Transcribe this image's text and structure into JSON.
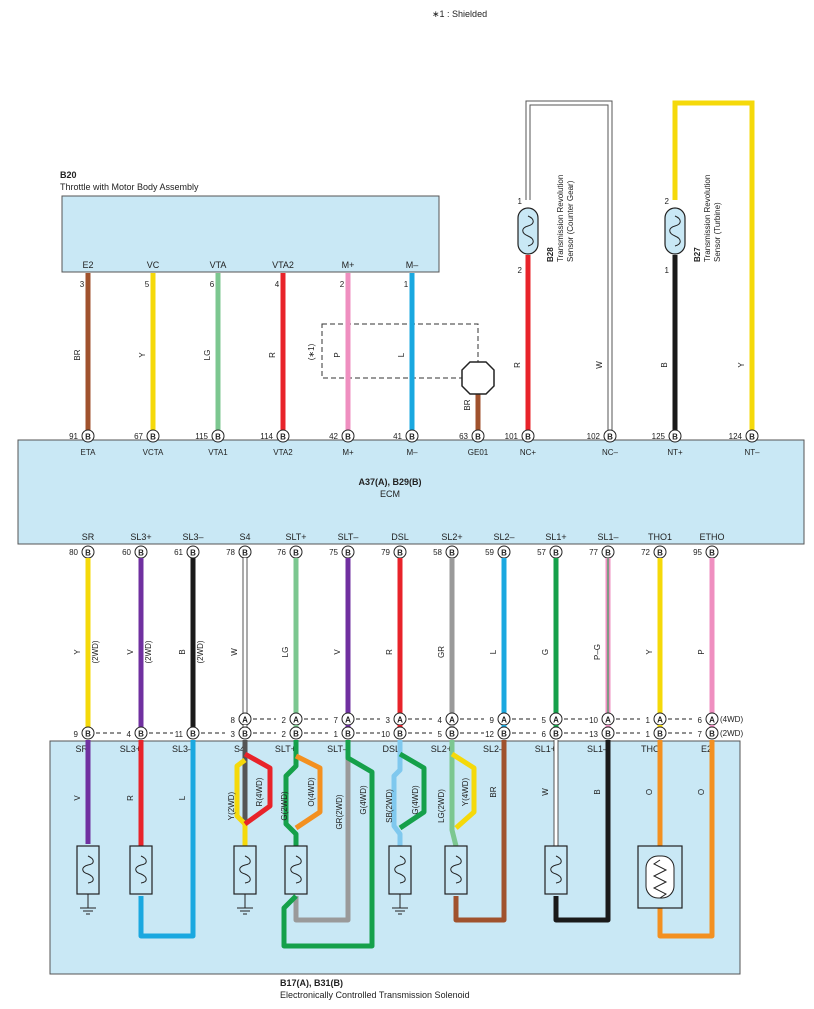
{
  "legend_note": "∗1 : Shielded",
  "shield_ref": "(∗1)",
  "throttle": {
    "code": "B20",
    "name": "Throttle with Motor Body Assembly",
    "pins": [
      {
        "label": "E2",
        "pin": "3",
        "wire": "BR",
        "ecm_pin": "91",
        "conn": "B",
        "ecm_label": "ETA",
        "color": "#a0522d"
      },
      {
        "label": "VC",
        "pin": "5",
        "wire": "Y",
        "ecm_pin": "67",
        "conn": "B",
        "ecm_label": "VCTA",
        "color": "#f5d90a"
      },
      {
        "label": "VTA",
        "pin": "6",
        "wire": "LG",
        "ecm_pin": "115",
        "conn": "B",
        "ecm_label": "VTA1",
        "color": "#7cc790"
      },
      {
        "label": "VTA2",
        "pin": "4",
        "wire": "R",
        "ecm_pin": "114",
        "conn": "B",
        "ecm_label": "VTA2",
        "color": "#e8232a"
      },
      {
        "label": "M+",
        "pin": "2",
        "wire": "P",
        "ecm_pin": "42",
        "conn": "B",
        "ecm_label": "M+",
        "color": "#ef8fc0"
      },
      {
        "label": "M–",
        "pin": "1",
        "wire": "L",
        "ecm_pin": "41",
        "conn": "B",
        "ecm_label": "M–",
        "color": "#1aa8e0"
      }
    ]
  },
  "ground_wire": {
    "wire": "BR",
    "ecm_pin": "63",
    "conn": "B",
    "ecm_label": "GE01",
    "color": "#a0522d"
  },
  "sensor_b28": {
    "code": "B28",
    "name1": "Transmission Revolution",
    "name2": "Sensor (Counter Gear)",
    "pin_top": "1",
    "pin_bottom": "2",
    "wires": [
      {
        "wire": "R",
        "ecm_pin": "101",
        "conn": "B",
        "ecm_label": "NC+",
        "color": "#e8232a"
      },
      {
        "wire": "W",
        "ecm_pin": "102",
        "conn": "B",
        "ecm_label": "NC–",
        "color": "#ffffff"
      }
    ]
  },
  "sensor_b27": {
    "code": "B27",
    "name1": "Transmission Revolution",
    "name2": "Sensor (Turbine)",
    "pin_top": "2",
    "pin_bottom": "1",
    "wires": [
      {
        "wire": "B",
        "ecm_pin": "125",
        "conn": "B",
        "ecm_label": "NT+",
        "color": "#1a1a1a"
      },
      {
        "wire": "Y",
        "ecm_pin": "124",
        "conn": "B",
        "ecm_label": "NT–",
        "color": "#f5d90a"
      }
    ]
  },
  "ecm": {
    "code": "A37(A), B29(B)",
    "name": "ECM"
  },
  "bottom_pins": [
    {
      "label": "SR",
      "pin": "80",
      "conn": "B",
      "wire": "Y",
      "note": "(2WD)",
      "color": "#f5d90a",
      "a_pin": "",
      "b_pin": "9"
    },
    {
      "label": "SL3+",
      "pin": "60",
      "conn": "B",
      "wire": "V",
      "note": "(2WD)",
      "color": "#7030a0",
      "a_pin": "",
      "b_pin": "4"
    },
    {
      "label": "SL3–",
      "pin": "61",
      "conn": "B",
      "wire": "B",
      "note": "(2WD)",
      "color": "#1a1a1a",
      "a_pin": "",
      "b_pin": "11"
    },
    {
      "label": "S4",
      "pin": "78",
      "conn": "B",
      "wire": "W",
      "note": "",
      "color": "#ffffff",
      "a_pin": "8",
      "b_pin": "3"
    },
    {
      "label": "SLT+",
      "pin": "76",
      "conn": "B",
      "wire": "LG",
      "note": "",
      "color": "#7cc790",
      "a_pin": "2",
      "b_pin": "2"
    },
    {
      "label": "SLT–",
      "pin": "75",
      "conn": "B",
      "wire": "V",
      "note": "",
      "color": "#7030a0",
      "a_pin": "7",
      "b_pin": "1"
    },
    {
      "label": "DSL",
      "pin": "79",
      "conn": "B",
      "wire": "R",
      "note": "",
      "color": "#e8232a",
      "a_pin": "3",
      "b_pin": "10"
    },
    {
      "label": "SL2+",
      "pin": "58",
      "conn": "B",
      "wire": "GR",
      "note": "",
      "color": "#9a9a9a",
      "a_pin": "4",
      "b_pin": "5"
    },
    {
      "label": "SL2–",
      "pin": "59",
      "conn": "B",
      "wire": "L",
      "note": "",
      "color": "#1aa8e0",
      "a_pin": "9",
      "b_pin": "12"
    },
    {
      "label": "SL1+",
      "pin": "57",
      "conn": "B",
      "wire": "G",
      "note": "",
      "color": "#15a04a",
      "a_pin": "5",
      "b_pin": "6"
    },
    {
      "label": "SL1–",
      "pin": "77",
      "conn": "B",
      "wire": "P–G",
      "note": "",
      "color": "#ef8fc0",
      "a_pin": "10",
      "b_pin": "13"
    },
    {
      "label": "THO1",
      "pin": "72",
      "conn": "B",
      "wire": "Y",
      "note": "",
      "color": "#f5d90a",
      "a_pin": "1",
      "b_pin": "1"
    },
    {
      "label": "ETHO",
      "pin": "95",
      "conn": "B",
      "wire": "P",
      "note": "",
      "color": "#ef8fc0",
      "a_pin": "6",
      "b_pin": "7"
    }
  ],
  "row_a_note": "(4WD)",
  "row_b_note": "(2WD)",
  "solenoid_labels": [
    "SR",
    "SL3+",
    "SL3–",
    "S4",
    "SLT+",
    "SLT–",
    "DSL",
    "SL2+",
    "SL2–",
    "SL1+",
    "SL1–",
    "THO",
    "E2"
  ],
  "solenoid_wires": [
    {
      "text": "V",
      "color": "#7030a0"
    },
    {
      "text": "R",
      "color": "#e8232a"
    },
    {
      "text": "L",
      "color": "#1aa8e0"
    },
    {
      "text": "Y(2WD)",
      "color": "#f5d90a"
    },
    {
      "text": "R(4WD)",
      "color": "#e8232a"
    },
    {
      "text": "G(2WD)",
      "color": "#15a04a"
    },
    {
      "text": "O(4WD)",
      "color": "#f39020"
    },
    {
      "text": "GR(2WD)",
      "color": "#9a9a9a"
    },
    {
      "text": "G(4WD)",
      "color": "#15a04a"
    },
    {
      "text": "SB(2WD)",
      "color": "#7fc8ee"
    },
    {
      "text": "G(4WD)",
      "color": "#15a04a"
    },
    {
      "text": "LG(2WD)",
      "color": "#7cc790"
    },
    {
      "text": "Y(4WD)",
      "color": "#f5d90a"
    },
    {
      "text": "BR",
      "color": "#a0522d"
    },
    {
      "text": "W",
      "color": "#ffffff"
    },
    {
      "text": "B",
      "color": "#1a1a1a"
    },
    {
      "text": "O",
      "color": "#f39020"
    },
    {
      "text": "O",
      "color": "#f39020"
    }
  ],
  "solenoid_box": {
    "code": "B17(A), B31(B)",
    "name": "Electronically Controlled Transmission Solenoid"
  }
}
